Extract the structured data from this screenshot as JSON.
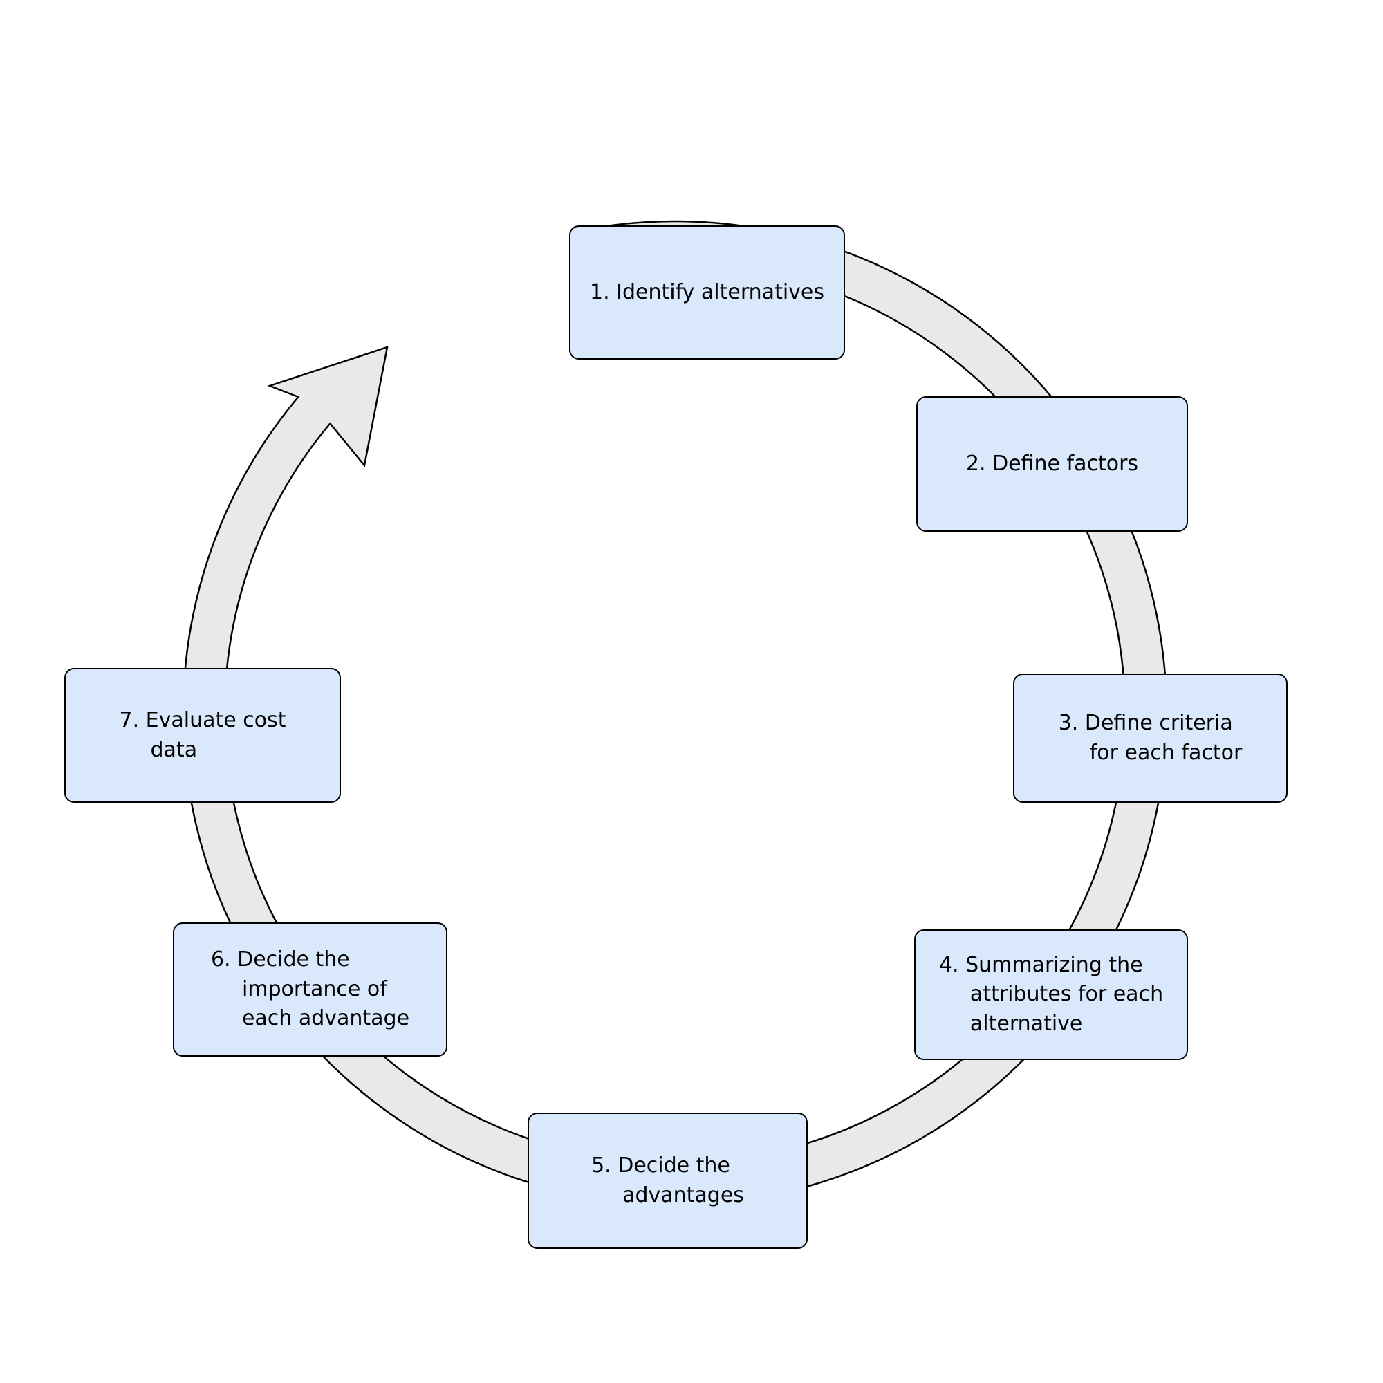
{
  "diagram": {
    "type": "circular-process-cycle",
    "direction": "clockwise",
    "steps": [
      {
        "number": 1,
        "label": "1. Identify alternatives"
      },
      {
        "number": 2,
        "label": "2. Define factors"
      },
      {
        "number": 3,
        "label": "3. Define criteria\nfor each factor"
      },
      {
        "number": 4,
        "label": "4. Summarizing the\nattributes for each\nalternative"
      },
      {
        "number": 5,
        "label": "5. Decide the\nadvantages"
      },
      {
        "number": 6,
        "label": "6. Decide the\nimportance of\neach advantage"
      },
      {
        "number": 7,
        "label": "7. Evaluate cost\ndata"
      }
    ],
    "colors": {
      "background": "#ffffff",
      "box_fill": "#dae8fc",
      "box_border": "#000000",
      "arrow_fill": "#e9e9e9",
      "arrow_border": "#000000",
      "text": "#000000"
    }
  }
}
